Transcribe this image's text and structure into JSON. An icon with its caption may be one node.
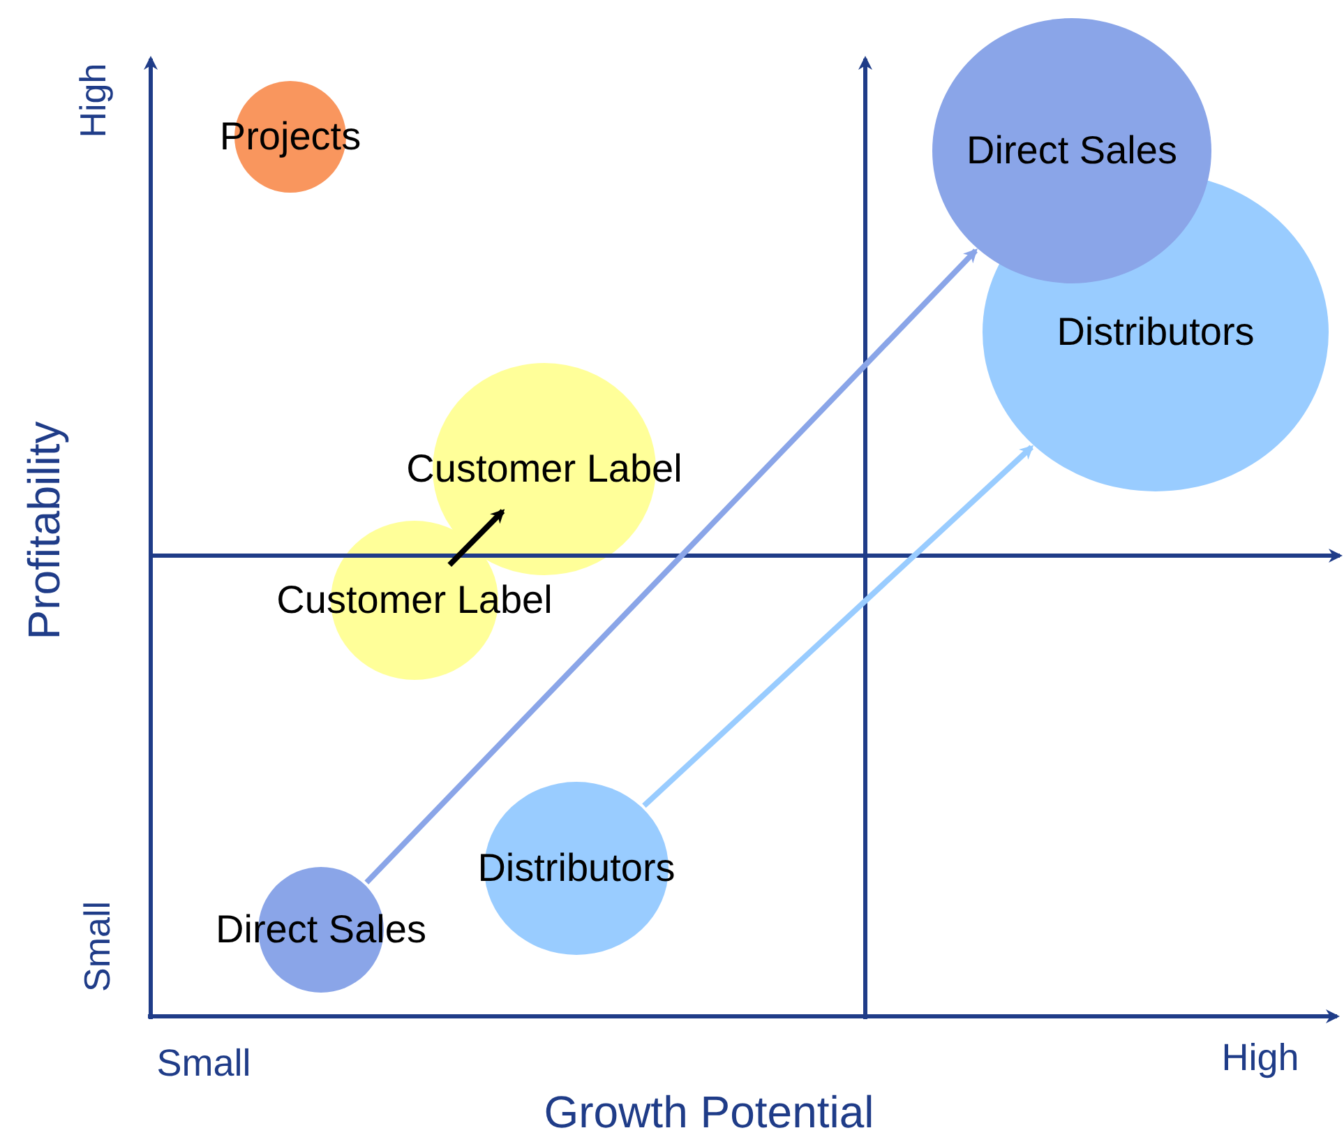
{
  "diagram": {
    "nodes": [
      {
        "text": [
          "Projects"
        ]
      },
      {
        "text": [
          "Direct Sales"
        ]
      },
      {
        "text": [
          "Distributors"
        ]
      },
      {
        "text": [
          "Customer Label"
        ]
      },
      {
        "text": [
          "Customer Label"
        ]
      },
      {
        "text": [
          "Distributors"
        ]
      },
      {
        "text": [
          "Direct Sales"
        ]
      }
    ],
    "edges": [
      {
        "from": 6,
        "to": 1,
        "arrow": "to",
        "color": "#8aa5e8"
      },
      {
        "from": 5,
        "to": 2,
        "arrow": "to",
        "color": "#99ccff"
      },
      {
        "from": 4,
        "to": 3,
        "arrow": "to",
        "color": "#000000"
      }
    ],
    "labels": [
      "High",
      "Profitability",
      "Small",
      "Small",
      "High",
      "Growth Potential"
    ]
  }
}
